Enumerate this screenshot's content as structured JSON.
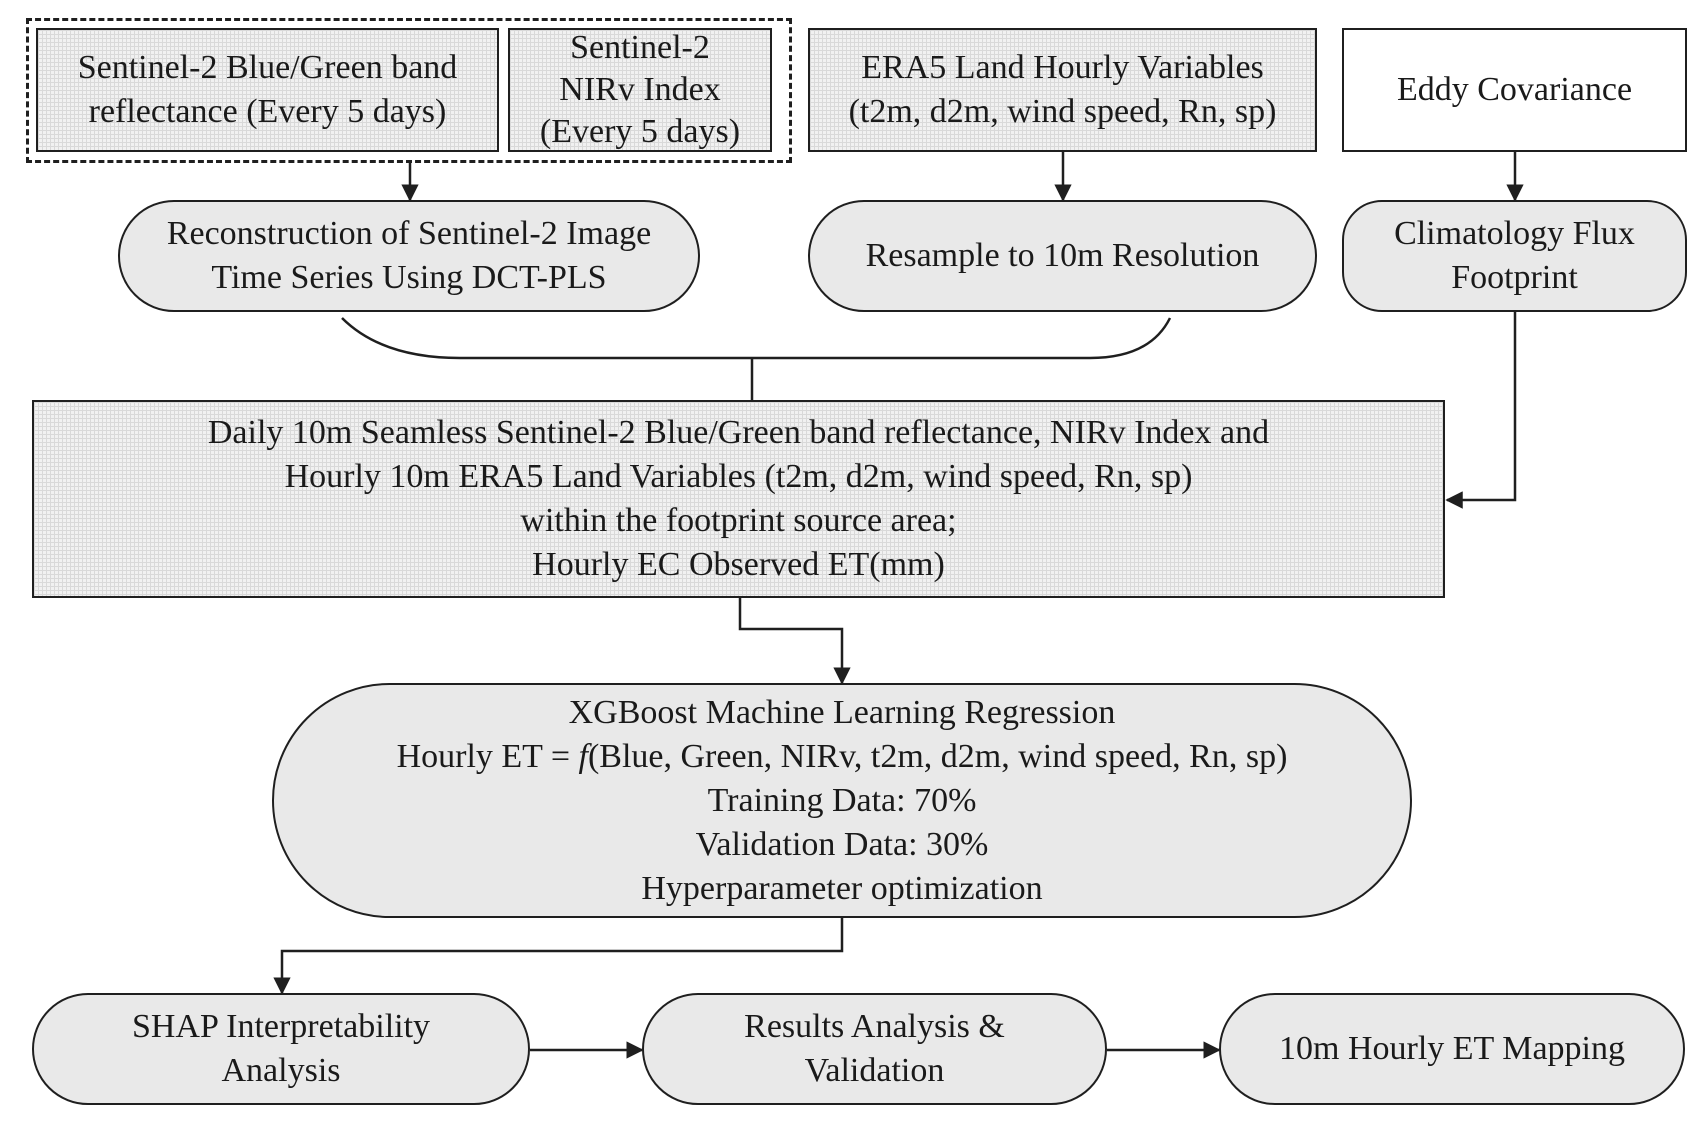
{
  "nodes": {
    "s2_reflectance": {
      "lines": [
        "Sentinel-2 Blue/Green band",
        "reflectance (Every 5 days)"
      ]
    },
    "s2_nirv": {
      "lines": [
        "Sentinel-2",
        "NIRv Index",
        "(Every 5 days)"
      ]
    },
    "era5": {
      "lines": [
        "ERA5 Land Hourly Variables",
        "(t2m, d2m, wind speed, Rn, sp)"
      ]
    },
    "eddy": {
      "lines": [
        "Eddy Covariance"
      ]
    },
    "reconstruction": {
      "lines": [
        "Reconstruction of Sentinel-2 Image",
        "Time Series Using  DCT-PLS"
      ]
    },
    "resample": {
      "lines": [
        "Resample to 10m Resolution"
      ]
    },
    "footprint": {
      "lines": [
        "Climatology Flux",
        "Footprint"
      ]
    },
    "daily": {
      "lines": [
        "Daily 10m Seamless Sentinel-2 Blue/Green band reflectance, NIRv Index and",
        "Hourly 10m ERA5 Land Variables (t2m, d2m, wind speed, Rn, sp)",
        "within the footprint source area;",
        "Hourly EC Observed ET(mm)"
      ]
    },
    "xgboost": {
      "title": "XGBoost Machine Learning Regression",
      "formula_prefix": "Hourly ET = ",
      "formula_f": "f",
      "formula_suffix": "(Blue, Green, NIRv, t2m, d2m, wind speed, Rn, sp)",
      "training": "Training Data: 70%",
      "validation": "Validation Data: 30%",
      "hyper": "Hyperparameter optimization"
    },
    "shap": {
      "lines": [
        "SHAP Interpretability",
        "Analysis"
      ]
    },
    "results": {
      "lines": [
        "Results Analysis &",
        "Validation"
      ]
    },
    "mapping": {
      "lines": [
        "10m Hourly ET Mapping"
      ]
    }
  },
  "colors": {
    "stroke": "#1f1f1f",
    "rounded_fill": "#e9e9e9",
    "grid_fill": "#f1f1f1"
  }
}
